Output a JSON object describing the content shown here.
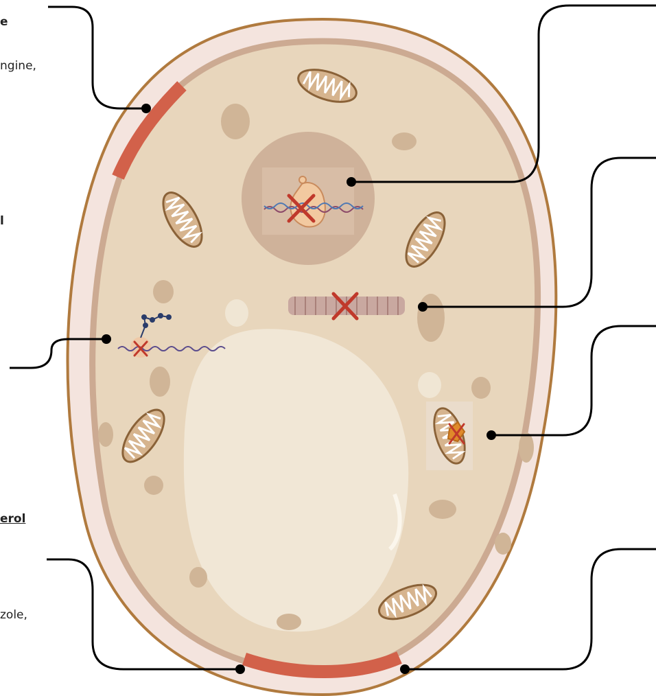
{
  "labels": {
    "top_left_title": "e",
    "top_left_body": "ngine,",
    "mid_left": "l",
    "bottom_left_title": "erol",
    "bottom_left_body": "zole,"
  },
  "colors": {
    "cell_wall": "#f4e4de",
    "cell_outline": "#b07a3e",
    "cytoplasm": "#e8d6bc",
    "nucleus": "#cfb29a",
    "vacuole": "#f1e7d6",
    "target_highlight": "#d2614a",
    "inhibition_mark": "#c0392b",
    "connector": "#000000"
  }
}
